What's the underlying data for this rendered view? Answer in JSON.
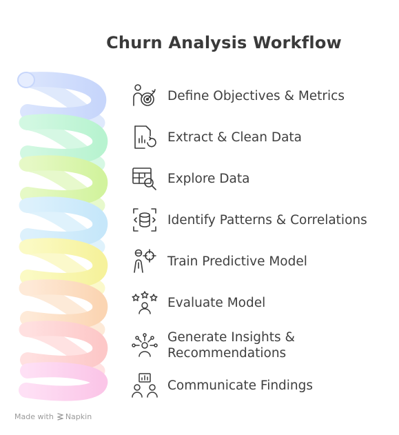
{
  "title": "Churn Analysis Workflow",
  "colors": {
    "text": "#3a3a3a",
    "coils": [
      "#cfdcfb",
      "#c4f6d9",
      "#dcf7b4",
      "#d2edfb",
      "#f9f7b2",
      "#fde0c7",
      "#ffd6d6",
      "#fed3ef"
    ]
  },
  "steps": [
    {
      "label": "Define Objectives & Metrics",
      "icon": "target-person-icon"
    },
    {
      "label": "Extract & Clean Data",
      "icon": "document-chart-refresh-icon"
    },
    {
      "label": "Explore Data",
      "icon": "table-search-icon"
    },
    {
      "label": "Identify Patterns & Correlations",
      "icon": "database-scan-icon"
    },
    {
      "label": "Train Predictive Model",
      "icon": "person-target-icon"
    },
    {
      "label": "Evaluate Model",
      "icon": "stars-rating-icon"
    },
    {
      "label": "Generate Insights & Recommendations",
      "lines": [
        "Generate Insights &",
        "Recommendations"
      ],
      "icon": "person-ideas-icon"
    },
    {
      "label": "Communicate Findings",
      "icon": "people-presentation-icon"
    }
  ],
  "footer": {
    "made_with": "Made with",
    "brand": "Napkin"
  }
}
